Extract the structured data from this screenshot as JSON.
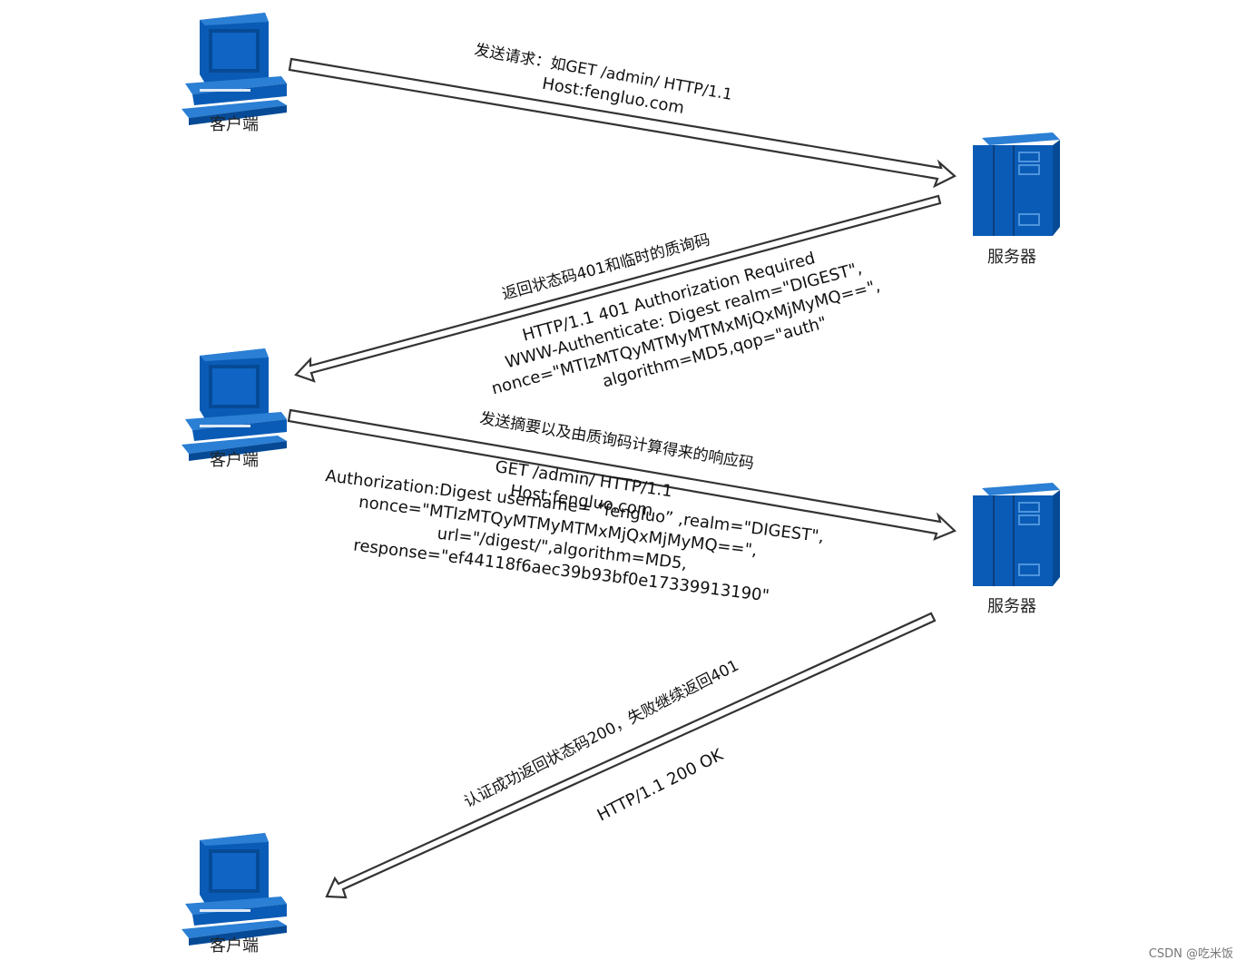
{
  "nodes": {
    "client": "客户端",
    "server": "服务器"
  },
  "messages": {
    "m1": {
      "caption": "发送请求：如GET /admin/ HTTP/1.1",
      "line2": "Host:fengluo.com"
    },
    "m2": {
      "caption": "返回状态码401和临时的质询码",
      "line1": "HTTP/1.1 401 Authorization Required",
      "line2": "WWW-Authenticate: Digest realm=\"DIGEST\",",
      "line3": "nonce=\"MTIzMTQyMTMyMTMxMjQxMjMyMQ==\",",
      "line4": "algorithm=MD5,qop=\"auth\""
    },
    "m3": {
      "caption": "发送摘要以及由质询码计算得来的响应码",
      "line1": "GET /admin/ HTTP/1.1",
      "line2": "Host:fengluo.com",
      "line3": "Authorization:Digest username= “fengluo” ,realm=\"DIGEST\",",
      "line4": "nonce=\"MTIzMTQyMTMyMTMxMjQxMjMyMQ==\",",
      "line5": "url=\"/digest/\",algorithm=MD5,",
      "line6": "response=\"ef44118f6aec39b93bf0e17339913190\""
    },
    "m4": {
      "caption": "认证成功返回状态码200，失败继续返回401",
      "line1": "HTTP/1.1 200 OK"
    }
  },
  "watermark": "CSDN @吃米饭",
  "colors": {
    "icon_fill": "#0a5bb5",
    "icon_dark": "#064a96",
    "icon_light": "#2b7fd4",
    "arrow_stroke": "#333333"
  },
  "icons": {
    "client": "desktop-computer-icon",
    "server": "server-rack-icon"
  }
}
